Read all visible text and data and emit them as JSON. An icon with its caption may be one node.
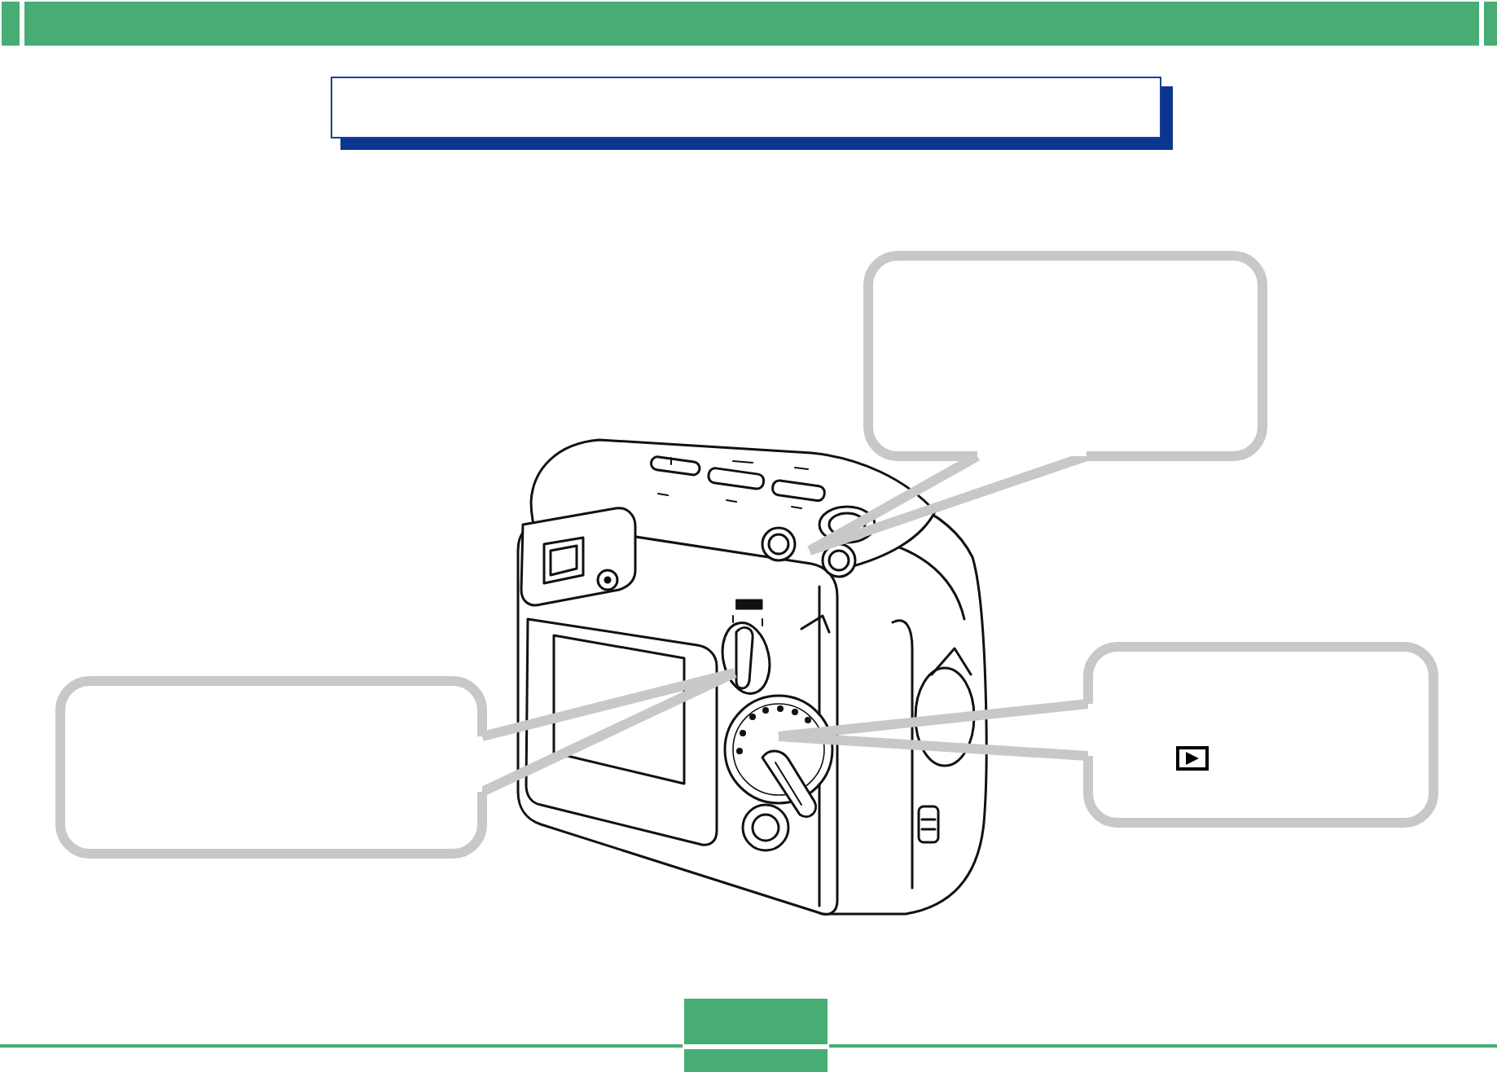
{
  "diagram": {
    "nodes": [
      {
        "text": [],
        "shape": "box"
      },
      {
        "text": [],
        "shape": "box"
      },
      {
        "text": [],
        "shape": "box"
      }
    ],
    "edges": [
      {
        "from": 0,
        "to": null,
        "arrow": "none"
      },
      {
        "from": 1,
        "to": null,
        "arrow": "none"
      },
      {
        "from": 2,
        "to": null,
        "arrow": "none"
      }
    ]
  }
}
